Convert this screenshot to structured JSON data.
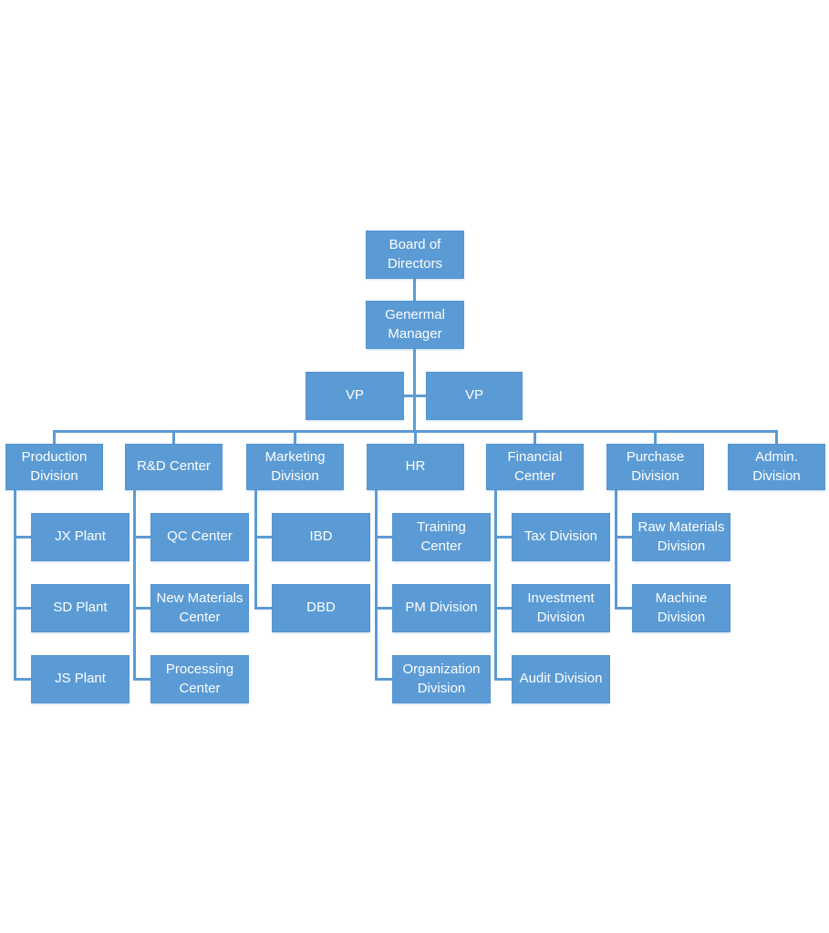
{
  "org": {
    "board": {
      "label": "Board of\nDirectors"
    },
    "general_manager": {
      "label": "Genermal\nManager"
    },
    "vps": [
      {
        "label": "VP"
      },
      {
        "label": "VP"
      }
    ],
    "divisions": [
      {
        "label": "Production\nDivision",
        "children": [
          {
            "label": "JX Plant"
          },
          {
            "label": "SD Plant"
          },
          {
            "label": "JS Plant"
          }
        ]
      },
      {
        "label": "R&D Center",
        "children": [
          {
            "label": "QC Center"
          },
          {
            "label": "New Materials\nCenter"
          },
          {
            "label": "Processing\nCenter"
          }
        ]
      },
      {
        "label": "Marketing\nDivision",
        "children": [
          {
            "label": "IBD"
          },
          {
            "label": "DBD"
          }
        ]
      },
      {
        "label": "HR",
        "children": [
          {
            "label": "Training\nCenter"
          },
          {
            "label": "PM Division"
          },
          {
            "label": "Organization\nDivision"
          }
        ]
      },
      {
        "label": "Financial\nCenter",
        "children": [
          {
            "label": "Tax Division"
          },
          {
            "label": "Investment\nDivision"
          },
          {
            "label": "Audit Division"
          }
        ]
      },
      {
        "label": "Purchase\nDivision",
        "children": [
          {
            "label": "Raw Materials\nDivision"
          },
          {
            "label": "Machine\nDivision"
          }
        ]
      },
      {
        "label": "Admin.\nDivision",
        "children": []
      }
    ]
  },
  "colors": {
    "box_fill": "#5B9BD5",
    "box_border": "#5694D0",
    "connector": "#5B9BD5",
    "text": "#FDFDFE",
    "canvas": "#FFFFFF"
  }
}
